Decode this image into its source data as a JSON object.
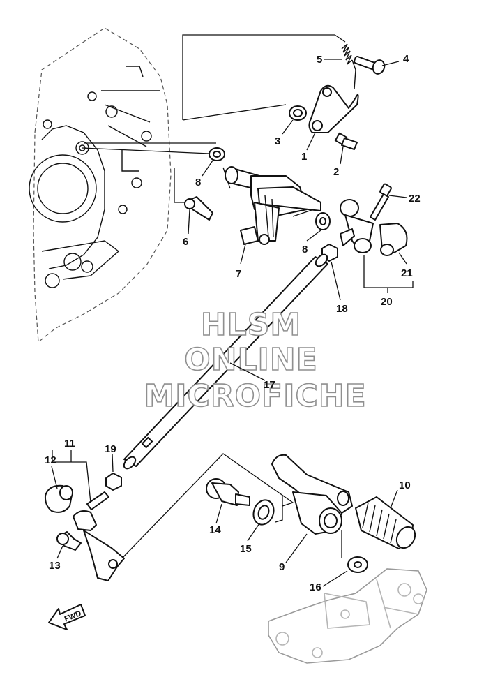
{
  "callouts": [
    {
      "id": "1",
      "label": "1"
    },
    {
      "id": "2",
      "label": "2"
    },
    {
      "id": "3",
      "label": "3"
    },
    {
      "id": "4",
      "label": "4"
    },
    {
      "id": "5",
      "label": "5"
    },
    {
      "id": "6",
      "label": "6"
    },
    {
      "id": "7",
      "label": "7"
    },
    {
      "id": "8a",
      "label": "8"
    },
    {
      "id": "8b",
      "label": "8"
    },
    {
      "id": "9",
      "label": "9"
    },
    {
      "id": "10",
      "label": "10"
    },
    {
      "id": "11",
      "label": "11"
    },
    {
      "id": "12",
      "label": "12"
    },
    {
      "id": "13",
      "label": "13"
    },
    {
      "id": "14",
      "label": "14"
    },
    {
      "id": "15",
      "label": "15"
    },
    {
      "id": "16",
      "label": "16"
    },
    {
      "id": "17",
      "label": "17"
    },
    {
      "id": "18",
      "label": "18"
    },
    {
      "id": "19",
      "label": "19"
    },
    {
      "id": "20",
      "label": "20"
    },
    {
      "id": "21",
      "label": "21"
    },
    {
      "id": "22",
      "label": "22"
    }
  ],
  "watermark": {
    "line1": "HLSM",
    "line2": "ONLINE",
    "line3": "MICROFICHE"
  },
  "fwd": {
    "label": "FWD"
  },
  "colors": {
    "ink": "#111111",
    "watermark_outline": "#8f8f8f",
    "ghost_lines": "#b5b5b5"
  }
}
